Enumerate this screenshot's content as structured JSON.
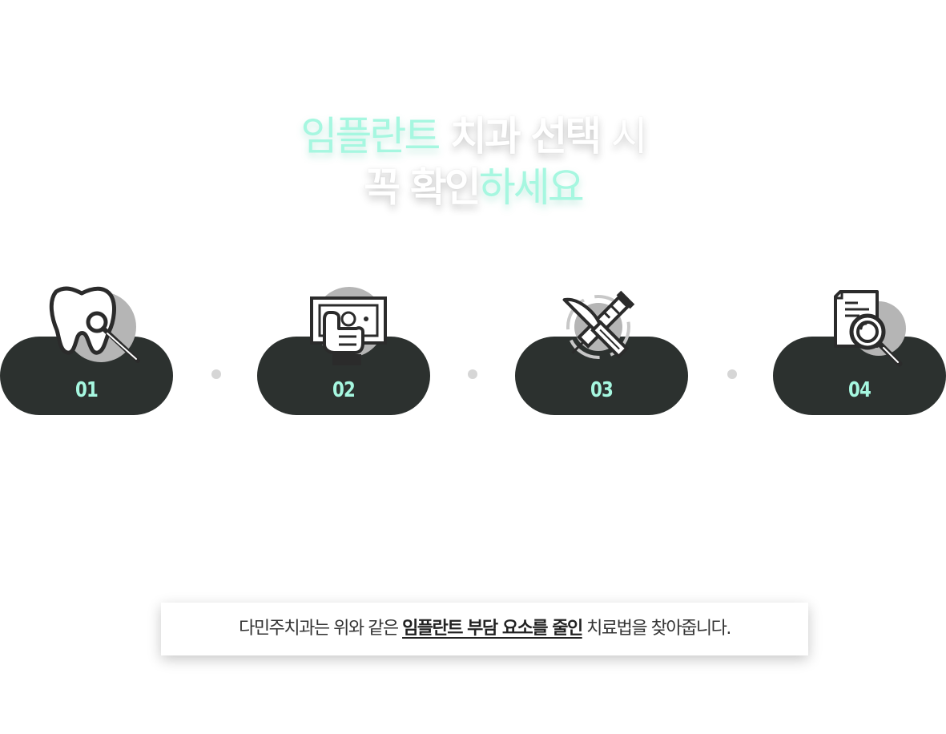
{
  "heading": {
    "line1": {
      "part1": "임플란트",
      "part2": "치과 선택",
      "part3": "시"
    },
    "line2": {
      "part1": "꼭 확인",
      "part2": "하세요"
    }
  },
  "steps": [
    {
      "number": "01",
      "icon": "tooth-magnifier-icon"
    },
    {
      "number": "02",
      "icon": "hand-money-icon"
    },
    {
      "number": "03",
      "icon": "syringe-scalpel-icon"
    },
    {
      "number": "04",
      "icon": "document-search-icon"
    }
  ],
  "note": {
    "before": "다민주치과는 위와 같은 ",
    "emphasis": "임플란트 부담 요소를 줄인",
    "after": " 치료법을 찾아줍니다."
  },
  "colors": {
    "mint": "#a6f7e0",
    "pill": "#2c312f",
    "dot": "#d6d6d6",
    "icon_circle": "#b5b5b5"
  }
}
